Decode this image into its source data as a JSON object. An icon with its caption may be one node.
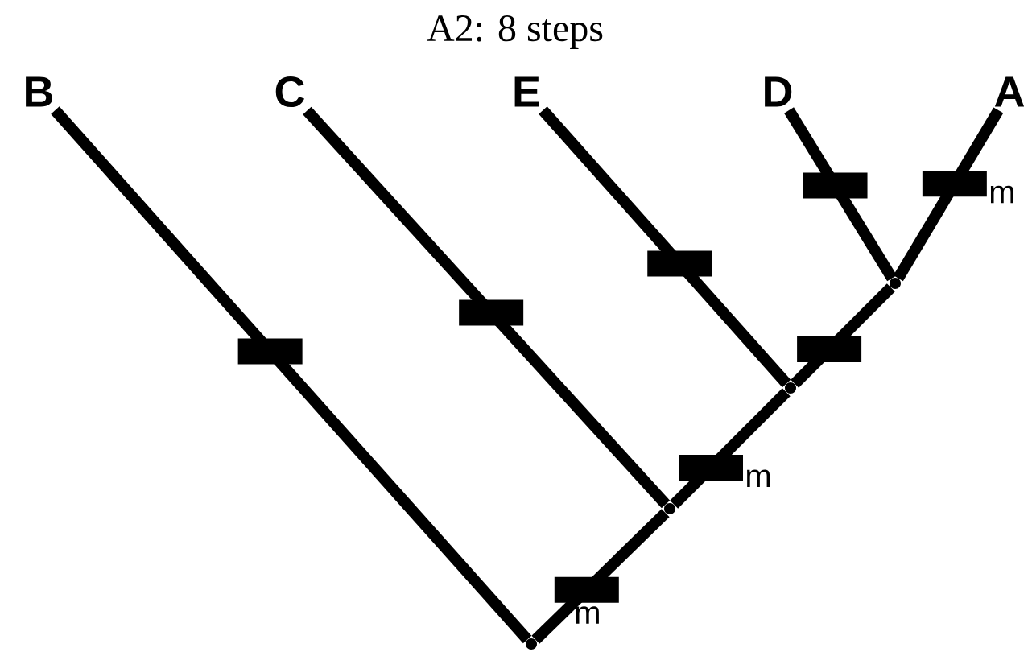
{
  "diagram": {
    "title": "A2: 8 steps",
    "nodes": [
      {
        "text": [
          "B"
        ]
      },
      {
        "text": [
          "C"
        ]
      },
      {
        "text": [
          "E"
        ]
      },
      {
        "text": [
          "D"
        ]
      },
      {
        "text": [
          "A"
        ]
      },
      {
        "text": [],
        "shape": "point"
      },
      {
        "text": [],
        "shape": "point"
      },
      {
        "text": [],
        "shape": "point"
      },
      {
        "text": [],
        "shape": "point"
      }
    ],
    "edges": [
      {
        "from": 5,
        "to": 6,
        "arrow": "none"
      },
      {
        "from": 6,
        "to": 7,
        "arrow": "none"
      },
      {
        "from": 7,
        "to": 8,
        "arrow": "none"
      },
      {
        "from": 8,
        "to": 4,
        "arrow": "none"
      },
      {
        "from": 5,
        "to": 0,
        "arrow": "none"
      },
      {
        "from": 6,
        "to": 1,
        "arrow": "none"
      },
      {
        "from": 7,
        "to": 2,
        "arrow": "none"
      },
      {
        "from": 8,
        "to": 3,
        "arrow": "none"
      }
    ],
    "labels": [
      "m",
      "m",
      "m"
    ]
  }
}
